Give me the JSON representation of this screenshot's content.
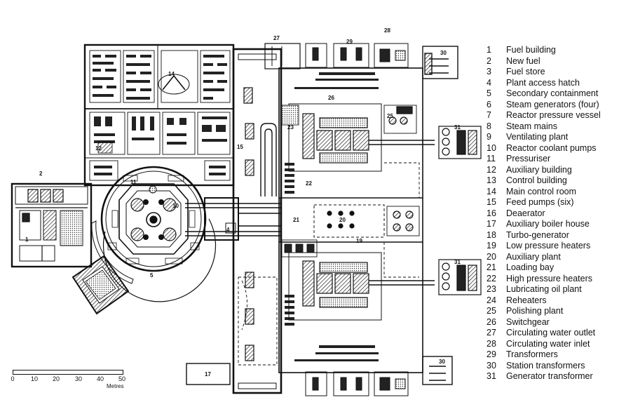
{
  "legend": [
    {
      "n": "1",
      "label": "Fuel building"
    },
    {
      "n": "2",
      "label": "New fuel"
    },
    {
      "n": "3",
      "label": "Fuel store"
    },
    {
      "n": "4",
      "label": "Plant access hatch"
    },
    {
      "n": "5",
      "label": "Secondary containment"
    },
    {
      "n": "6",
      "label": "Steam generators (four)"
    },
    {
      "n": "7",
      "label": "Reactor pressure vessel"
    },
    {
      "n": "8",
      "label": "Steam mains"
    },
    {
      "n": "9",
      "label": "Ventilating plant"
    },
    {
      "n": "10",
      "label": "Reactor coolant pumps"
    },
    {
      "n": "11",
      "label": "Pressuriser"
    },
    {
      "n": "12",
      "label": "Auxiliary building"
    },
    {
      "n": "13",
      "label": "Control building"
    },
    {
      "n": "14",
      "label": "Main control room"
    },
    {
      "n": "15",
      "label": "Feed pumps (six)"
    },
    {
      "n": "16",
      "label": "Deaerator"
    },
    {
      "n": "17",
      "label": "Auxiliary boiler house"
    },
    {
      "n": "18",
      "label": "Turbo-generator"
    },
    {
      "n": "19",
      "label": "Low pressure heaters"
    },
    {
      "n": "20",
      "label": "Auxiliary plant"
    },
    {
      "n": "21",
      "label": "Loading bay"
    },
    {
      "n": "22",
      "label": "High pressure heaters"
    },
    {
      "n": "23",
      "label": "Lubricating oil plant"
    },
    {
      "n": "24",
      "label": "Reheaters"
    },
    {
      "n": "25",
      "label": "Polishing plant"
    },
    {
      "n": "26",
      "label": "Switchgear"
    },
    {
      "n": "27",
      "label": "Circulating water outlet"
    },
    {
      "n": "28",
      "label": "Circulating water inlet"
    },
    {
      "n": "29",
      "label": "Transformers"
    },
    {
      "n": "30",
      "label": "Station transformers"
    },
    {
      "n": "31",
      "label": "Generator transformer"
    }
  ],
  "plan_labels": {
    "l1": "1",
    "l2": "2",
    "l4": "4",
    "l5": "5",
    "l10": "10",
    "l11": "11",
    "l12": "12",
    "l14": "14",
    "l15": "15",
    "l17": "17",
    "l19": "19",
    "l20": "20",
    "l21": "21",
    "l22": "22",
    "l23": "23",
    "l25": "25",
    "l26": "26",
    "l27": "27",
    "l28": "28",
    "l29": "29",
    "l30a": "30",
    "l30b": "30",
    "l31a": "31",
    "l31b": "31"
  },
  "scale": {
    "ticks": [
      "0",
      "10",
      "20",
      "30",
      "40",
      "50"
    ],
    "unit": "Metres"
  }
}
